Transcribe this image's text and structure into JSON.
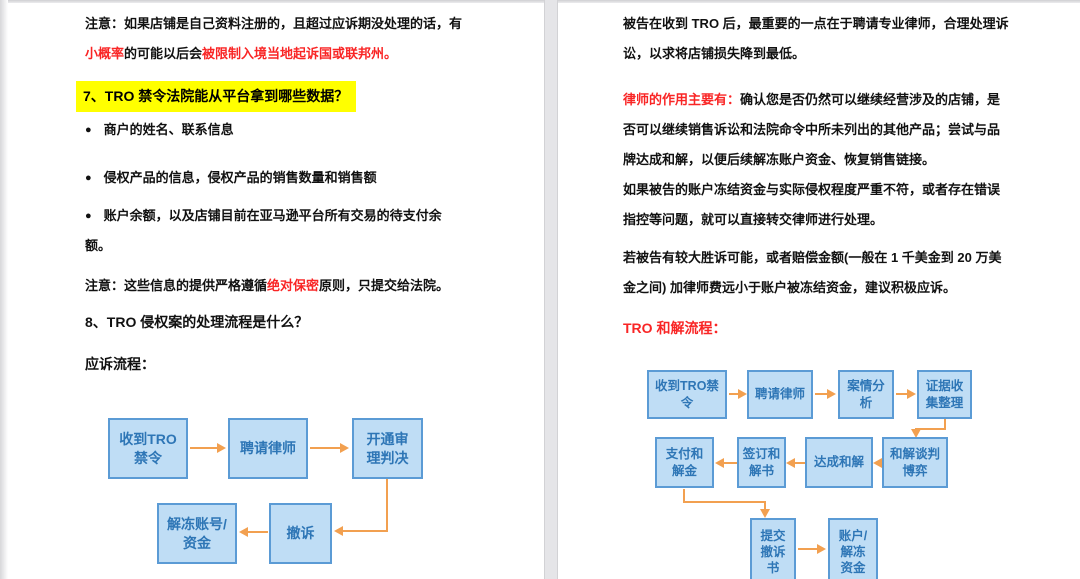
{
  "document": {
    "type": "two-page legal FAQ document view",
    "accent_red": "#f92525",
    "highlight_yellow": "#ffff00",
    "flow_box_fill": "#bfddf5",
    "flow_box_border": "#5b9bd5",
    "flow_box_text": "#2e76b6",
    "flow_arrow_orange": "#f2a050"
  },
  "bullet_glyph": "●",
  "left_page": {
    "para1_line1": "注意：如果店铺是自己资料注册的，且超过应诉期没处理的话，有",
    "para1_red1": "小概率",
    "para1_mid": "的可能以后会",
    "para1_red2": "被限制入境当地起诉国或联邦州。",
    "heading7": "7、TRO 禁令法院能从平台拿到哪些数据？",
    "bullet1": "商户的姓名、联系信息",
    "bullet2": "侵权产品的信息，侵权产品的销售数量和销售额",
    "bullet3_line1": "账户余额，以及店铺目前在亚马逊平台所有交易的待支付余",
    "bullet3_line2": "额。",
    "note_black1": "注意：这些信息的提供严格遵循",
    "note_red": "绝对保密",
    "note_black2": "原则，只提交给法院。",
    "heading8": "8、TRO 侵权案的处理流程是什么？",
    "flow_title": "应诉流程：",
    "flow_nodes": {
      "n1": "收到TRO\n禁令",
      "n2": "聘请律师",
      "n3": "开通审\n理判决",
      "n4": "撤诉",
      "n5": "解冻账号/\n资金"
    }
  },
  "right_page": {
    "para1_line1": "被告在收到 TRO 后，最重要的一点在于聘请专业律师，合理处理诉",
    "para1_line2": "讼，以求将店铺损失降到最低。",
    "para2_red": "律师的作用主要有：",
    "para2_line1_rest": "确认您是否仍然可以继续经营涉及的店铺，是",
    "para2_line2": "否可以继续销售诉讼和法院命令中所未列出的其他产品；尝试与品",
    "para2_line3": "牌达成和解，以便后续解冻账户资金、恢复销售链接。",
    "para3_line1": "如果被告的账户冻结资金与实际侵权程度严重不符，或者存在错误",
    "para3_line2": "指控等问题，就可以直接转交律师进行处理。",
    "para4_line1": "若被告有较大胜诉可能，或者赔偿金额(一般在 1 千美金到 20 万美",
    "para4_line2": "金之间) 加律师费远小于账户被冻结资金，建议积极应诉。",
    "flow_title": "TRO 和解流程：",
    "flow_nodes": {
      "m1": "收到TRO禁\n令",
      "m2": "聘请律师",
      "m3": "案情分\n析",
      "m4": "证据收\n集整理",
      "m5": "和解谈判\n博弈",
      "m6": "达成和解",
      "m7": "签订和\n解书",
      "m8": "支付和\n解金",
      "m9": "提交\n撤诉\n书",
      "m10": "账户/\n解冻\n资金"
    }
  }
}
